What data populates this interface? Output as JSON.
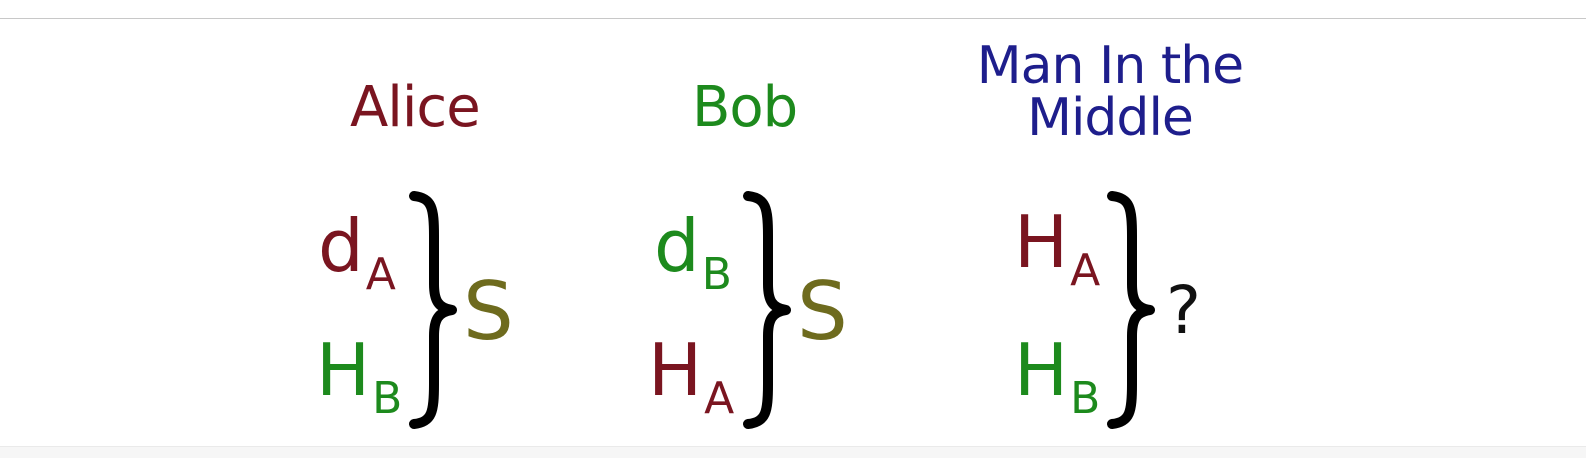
{
  "colors": {
    "alice": "#7a1520",
    "bob": "#1d8a1d",
    "mitm": "#1e1e8c",
    "secret": "#6e6b1e",
    "unknown": "#111111",
    "brace": "#000000"
  },
  "columns": [
    {
      "header": "Alice",
      "top_term": {
        "base": "d",
        "sub": "A"
      },
      "bottom_term": {
        "base": "H",
        "sub": "B"
      },
      "result": "S"
    },
    {
      "header": "Bob",
      "top_term": {
        "base": "d",
        "sub": "B"
      },
      "bottom_term": {
        "base": "H",
        "sub": "A"
      },
      "result": "S"
    },
    {
      "header_lines": [
        "Man In the",
        "Middle"
      ],
      "top_term": {
        "base": "H",
        "sub": "A"
      },
      "bottom_term": {
        "base": "H",
        "sub": "B"
      },
      "result": "?"
    }
  ]
}
